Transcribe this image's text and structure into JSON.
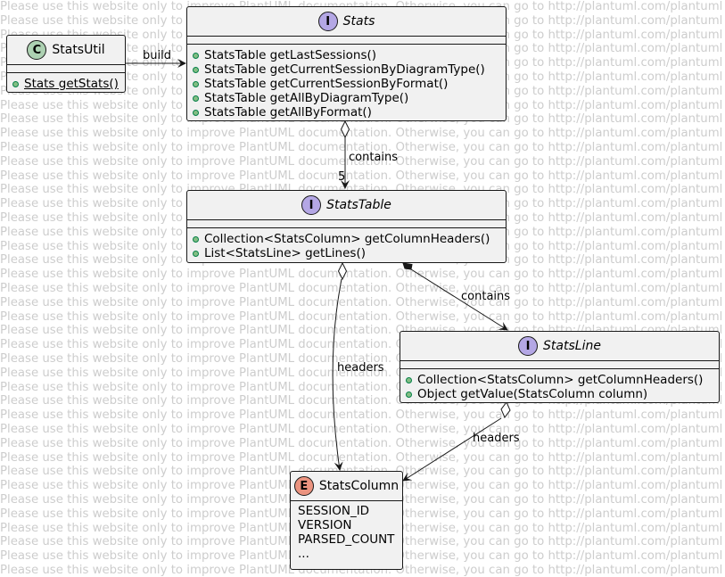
{
  "watermark": "Please use this website only to improve PlantUML documentation. Otherwise, you can go to http://plantuml.com/plantuml  Please use this website only to improve PlantUML documentation. Otherwise, you can go to http://plantuml.com/plantuml",
  "classes": {
    "stats_util": {
      "stereotype": "C",
      "name": "StatsUtil",
      "methods": [
        "Stats getStats()"
      ]
    },
    "stats": {
      "stereotype": "I",
      "name": "Stats",
      "methods": [
        "StatsTable getLastSessions()",
        "StatsTable getCurrentSessionByDiagramType()",
        "StatsTable getCurrentSessionByFormat()",
        "StatsTable getAllByDiagramType()",
        "StatsTable getAllByFormat()"
      ]
    },
    "stats_table": {
      "stereotype": "I",
      "name": "StatsTable",
      "methods": [
        "Collection<StatsColumn> getColumnHeaders()",
        "List<StatsLine> getLines()"
      ]
    },
    "stats_line": {
      "stereotype": "I",
      "name": "StatsLine",
      "methods": [
        "Collection<StatsColumn> getColumnHeaders()",
        "Object getValue(StatsColumn column)"
      ]
    },
    "stats_column": {
      "stereotype": "E",
      "name": "StatsColumn",
      "values": [
        "SESSION_ID",
        "VERSION",
        "PARSED_COUNT",
        "..."
      ]
    }
  },
  "relations": {
    "build": "build",
    "contains_stats": "contains",
    "multiplicity": "5",
    "contains_table": "contains",
    "headers_table": "headers",
    "headers_line": "headers"
  },
  "colors": {
    "box_fill": "#F1F1F1",
    "border": "#181818",
    "interface_badge": "#B4A7E5",
    "class_badge": "#ADD1B2",
    "enum_badge": "#EB937F",
    "public_dot": "#84BE84",
    "watermark": "#CDCDCD"
  }
}
